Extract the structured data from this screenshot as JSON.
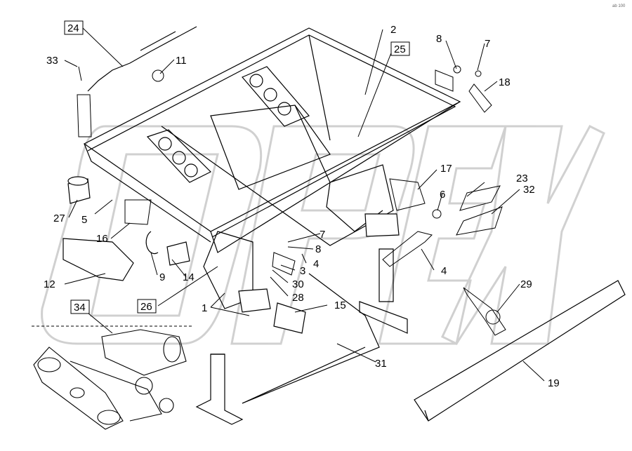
{
  "corner_mark": "ab 100",
  "watermark": "OPEX",
  "callouts": {
    "c1": "1",
    "c2": "2",
    "c3": "3",
    "c4a": "4",
    "c4b": "4",
    "c5": "5",
    "c6": "6",
    "c7a": "7",
    "c7b": "7",
    "c8a": "8",
    "c8b": "8",
    "c9": "9",
    "c11": "11",
    "c12": "12",
    "c14": "14",
    "c15": "15",
    "c16": "16",
    "c17": "17",
    "c18": "18",
    "c19": "19",
    "c23": "23",
    "c27": "27",
    "c28": "28",
    "c29": "29",
    "c30": "30",
    "c31": "31",
    "c32": "32",
    "c33": "33"
  },
  "boxed": {
    "b24": "24",
    "b25": "25",
    "b26": "26",
    "b34": "34"
  }
}
